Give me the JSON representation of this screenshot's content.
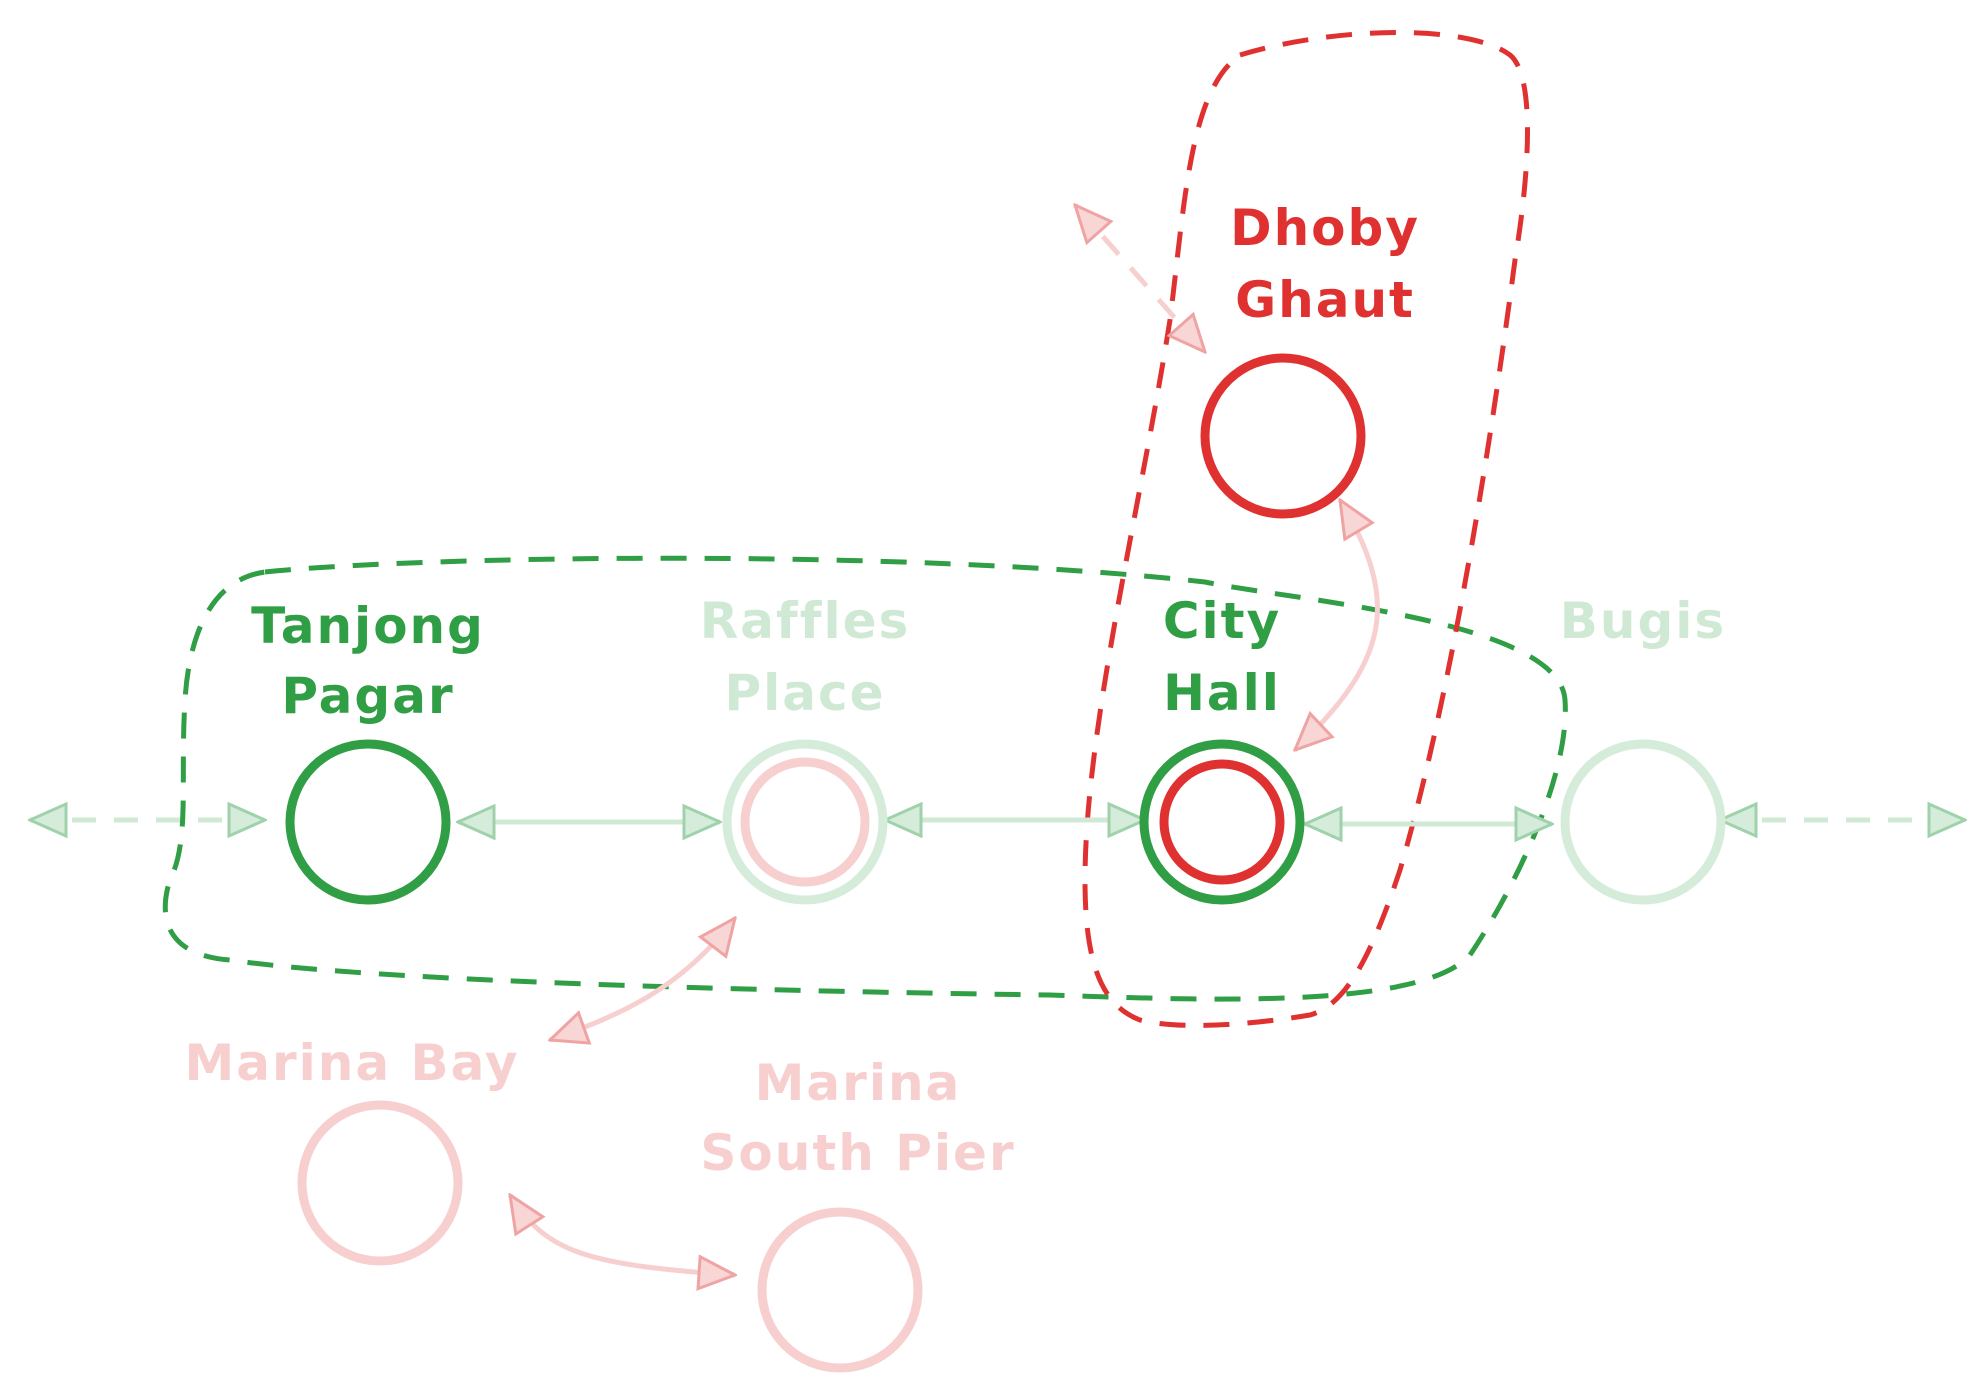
{
  "colors": {
    "green": "#2f9e44",
    "green_faint": "#cfe9d5",
    "red": "#e03131",
    "red_faint": "#f7cfcf"
  },
  "stations": {
    "tanjong_pagar": {
      "line1": "Tanjong",
      "line2": "Pagar"
    },
    "raffles_place": {
      "line1": "Raffles",
      "line2": "Place"
    },
    "city_hall": {
      "line1": "City",
      "line2": "Hall"
    },
    "bugis": {
      "line1": "Bugis"
    },
    "dhoby_ghaut": {
      "line1": "Dhoby",
      "line2": "Ghaut"
    },
    "marina_bay": {
      "line1": "Marina Bay"
    },
    "marina_south_pier": {
      "line1": "Marina",
      "line2": "South Pier"
    }
  }
}
